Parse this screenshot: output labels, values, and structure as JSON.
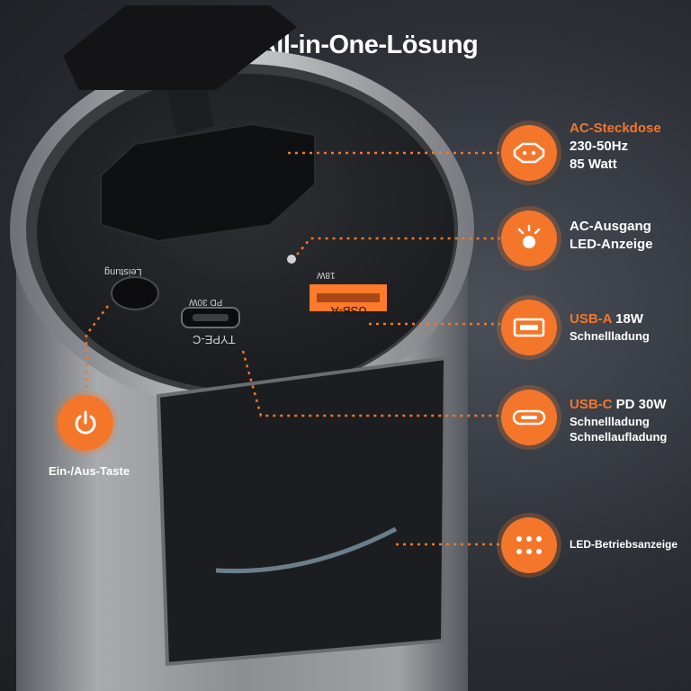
{
  "title": "Die All-in-One-Lösung",
  "device": {
    "power_button_label": "Leistung",
    "usbc_port_label": "PD 30W",
    "usbc_port_type": "TYPE-C",
    "usba_port_label": "18W",
    "usba_port_type": "USB-A"
  },
  "features": [
    {
      "icon": "ac-socket-icon",
      "title": "AC-Steckdose",
      "line1": "230-50Hz",
      "line2": "85 Watt"
    },
    {
      "icon": "led-indicator-icon",
      "title": "AC-Ausgang",
      "line1": "LED-Anzeige"
    },
    {
      "icon": "usb-a-icon",
      "title_accent": "USB-A",
      "title_rest": " 18W",
      "line1": "Schnellladung"
    },
    {
      "icon": "usb-c-icon",
      "title_accent": "USB-C",
      "title_rest": " PD 30W",
      "line1": "Schnellladung",
      "line2": "Schnellaufladung"
    },
    {
      "icon": "battery-leds-icon",
      "line1": "LED-Betriebsanzeige"
    }
  ],
  "power": {
    "icon": "power-icon",
    "label": "Ein-/Aus-Taste"
  },
  "colors": {
    "accent": "#f4762b",
    "background": "#2b2e34",
    "device": "#8b8d92"
  }
}
